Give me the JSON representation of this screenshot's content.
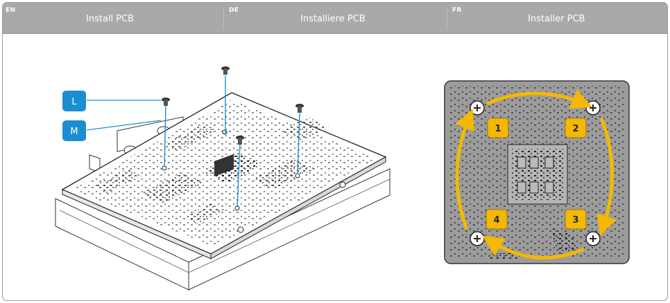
{
  "header": {
    "columns": [
      {
        "lang": "EN",
        "title": "Install PCB"
      },
      {
        "lang": "DE",
        "title": "Installiere PCB"
      },
      {
        "lang": "FR",
        "title": "Installer PCB"
      }
    ]
  },
  "callouts": {
    "screw_l": "L",
    "screw_m": "M"
  },
  "sequence": {
    "steps": [
      "1",
      "2",
      "3",
      "4"
    ]
  },
  "colors": {
    "header_bg": "#a9a9a9",
    "callout_blue": "#1b8ed3",
    "step_yellow": "#f5b800",
    "board_gray": "#9c9c9c"
  }
}
